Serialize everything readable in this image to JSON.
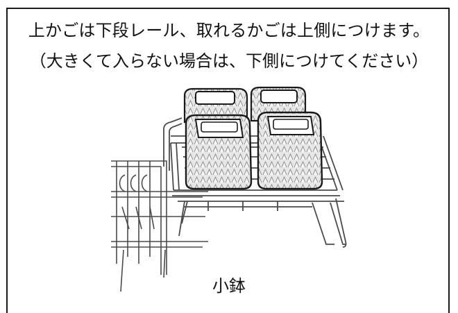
{
  "instruction": {
    "line1": "上かごは下段レール、取れるかごは上側につけます。",
    "line2": "（大きくて入らない場合は、下側につけてください）"
  },
  "illustration": {
    "subject": "dish-rack-with-small-bowls",
    "caption": "小鉢"
  },
  "colors": {
    "line": "#1a1a1a",
    "bowl_fill": "#e4e4e4",
    "rack": "#4a4a4a"
  }
}
